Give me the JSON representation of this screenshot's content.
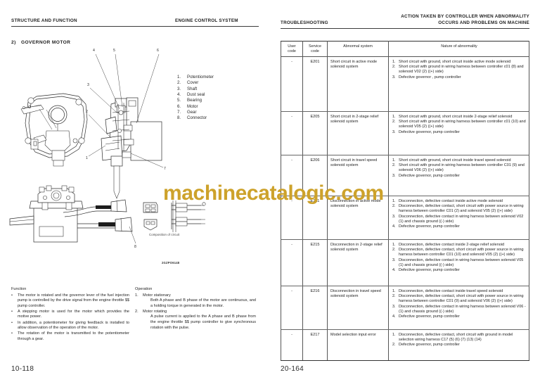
{
  "left": {
    "header_left": "STRUCTURE AND FUNCTION",
    "header_right": "ENGINE CONTROL SYSTEM",
    "section_number": "2)",
    "section_title": "GOVERNOR MOTOR",
    "parts": [
      {
        "n": "1.",
        "label": "Potentiometer"
      },
      {
        "n": "2.",
        "label": "Cover"
      },
      {
        "n": "3.",
        "label": "Shaft"
      },
      {
        "n": "4.",
        "label": "Dust seal"
      },
      {
        "n": "5.",
        "label": "Bearing"
      },
      {
        "n": "6.",
        "label": "Motor"
      },
      {
        "n": "7.",
        "label": "Gear"
      },
      {
        "n": "8.",
        "label": "Connector"
      }
    ],
    "figure_caption": "Composition of circuit",
    "figure_id": "2GZPO6148",
    "function": {
      "heading": "Function",
      "bullets": [
        "The motor is rotated and the governor lever of the fuel injection pump is controlled by the drive signal from the engine throttle $$ pump controller.",
        "A stepping motor is used for the motor which provides the motive power.",
        "In addition, a potentiometer for giving feedback is installed to allow observation of the operation of the motor.",
        "The rotation of the motor is transmitted to the potentiometer through a gear."
      ]
    },
    "operation": {
      "heading": "Operation",
      "items": [
        {
          "n": "1.",
          "title": "Motor stationary",
          "text": "Both  A phase and B phase of the motor are continuous, and a holding torque in generated in the motor."
        },
        {
          "n": "2.",
          "title": "Motor rotating",
          "text": "A pulse current is applied to the A phase and B phase from the engine throttle $$ pump controller to give synchronous rotation with the pulse."
        }
      ]
    },
    "page_number": "10-118"
  },
  "right": {
    "header_left": "TROUBLESHOOTING",
    "header_right_line1": "ACTION TAKEN BY CONTROLLER WHEN ABNORMALITY",
    "header_right_line2": "OCCURS AND PROBLEMS ON MACHINE",
    "table": {
      "columns": [
        {
          "line1": "User",
          "line2": "code"
        },
        {
          "line1": "Service",
          "line2": "code"
        },
        {
          "line1": "Abnormal system",
          "line2": ""
        },
        {
          "line1": "Nature of abnormality",
          "line2": ""
        }
      ],
      "rows": [
        {
          "user_code": "-",
          "service_code": "E201",
          "abnormal_system": "Short circuit in active mode solenoid system",
          "nature": [
            {
              "n": "1.",
              "text": "Short circuit with ground, short circuit inside active mode solenoid"
            },
            {
              "n": "2.",
              "text": "Short circuit with ground in wiring harness between controller c01 (8) and solenoid V02 (2) ((+) side)"
            },
            {
              "n": "3.",
              "text": "Defective governor , pump controller"
            }
          ]
        },
        {
          "user_code": "-",
          "service_code": "E205",
          "abnormal_system": "Short circuit in 2-stage relief solenoid system",
          "nature": [
            {
              "n": "1.",
              "text": "Short circuit with ground, short circuit inside 2-stage relief solenoid"
            },
            {
              "n": "2.",
              "text": "Short circuit with ground in wiring harness between controller c01 (10) and solenoid V05 (2) ((+) side)"
            },
            {
              "n": "3.",
              "text": "Defective governor, pump controller"
            }
          ]
        },
        {
          "user_code": "-",
          "service_code": "E206",
          "abnormal_system": "Short circuit in travel speed solenoid system",
          "nature": [
            {
              "n": "1.",
              "text": "Short circuit with ground, short circuit inside travel speed solenoid"
            },
            {
              "n": "2.",
              "text": "Short circuit with ground in wiring harness between controller C01 (9) and solenoid V06 (2) ((+) side)"
            },
            {
              "n": "3.",
              "text": "Defective governor, pump controller"
            }
          ]
        },
        {
          "user_code": "-",
          "service_code": "E211",
          "abnormal_system": "Disconnection in active mode solenoid system",
          "nature": [
            {
              "n": "1.",
              "text": "Disconnection, defective contact inside active mode solenoid"
            },
            {
              "n": "2.",
              "text": "Disconnection, defective contact, short circuit with power source in wiring harness between controller C01 (2) and solenoid V05 (2) ((+) side)"
            },
            {
              "n": "3.",
              "text": "Disconnection, defective contact in wiring harness between solenoid V02 (1) and chassis ground ((-) side)"
            },
            {
              "n": "4.",
              "text": "Defective governor, pump controller"
            }
          ]
        },
        {
          "user_code": "-",
          "service_code": "E215",
          "abnormal_system": "Disconnection in 2-stage relief solenoid system",
          "nature": [
            {
              "n": "1.",
              "text": "Disconnection, defective contact inside 2-stage relief solenoid"
            },
            {
              "n": "2.",
              "text": "Disconnection, defective contact, short circuit with power source in wiring harness between controller C01  (10) and solenoid V05 (2) ((+) side)"
            },
            {
              "n": "3.",
              "text": "Disconnection, defective contact in wiring harness between solenoid V05 (1) and chassis ground ((-) side)"
            },
            {
              "n": "4.",
              "text": "Defective governor, pump controller"
            }
          ]
        },
        {
          "user_code": "-",
          "service_code": "E216",
          "abnormal_system": "Disconnection in travel speed solenoid system",
          "nature": [
            {
              "n": "1.",
              "text": "Disconnection, defective contact inside travel speed solenoid"
            },
            {
              "n": "2.",
              "text": "Disconnection, defective contact, short circuit with power source in wiring harness between controller C01 (9) and solenoid V06 (2) ((+) side)"
            },
            {
              "n": "3.",
              "text": "Disconnection, defective contact in wiring harness between solenoid V06 -(1) and chassis ground ((-) side)"
            },
            {
              "n": "4.",
              "text": "Defective governor, pump controller"
            }
          ]
        },
        {
          "user_code": "-",
          "service_code": "E217",
          "abnormal_system": "Model selection input error",
          "nature": [
            {
              "n": "1.",
              "text": "Disconnection, defective contact, short circuit with ground in model selection wiring harness C17 (5) (6) (7) (13) (14)"
            },
            {
              "n": "2.",
              "text": "Defective governor, pump controller"
            }
          ]
        }
      ]
    },
    "page_number": "20-164"
  },
  "watermark": {
    "text": "machinecatalogic.com",
    "color": "#cda22b"
  },
  "callouts": [
    "1",
    "2",
    "3",
    "4",
    "5",
    "6",
    "7",
    "8"
  ]
}
